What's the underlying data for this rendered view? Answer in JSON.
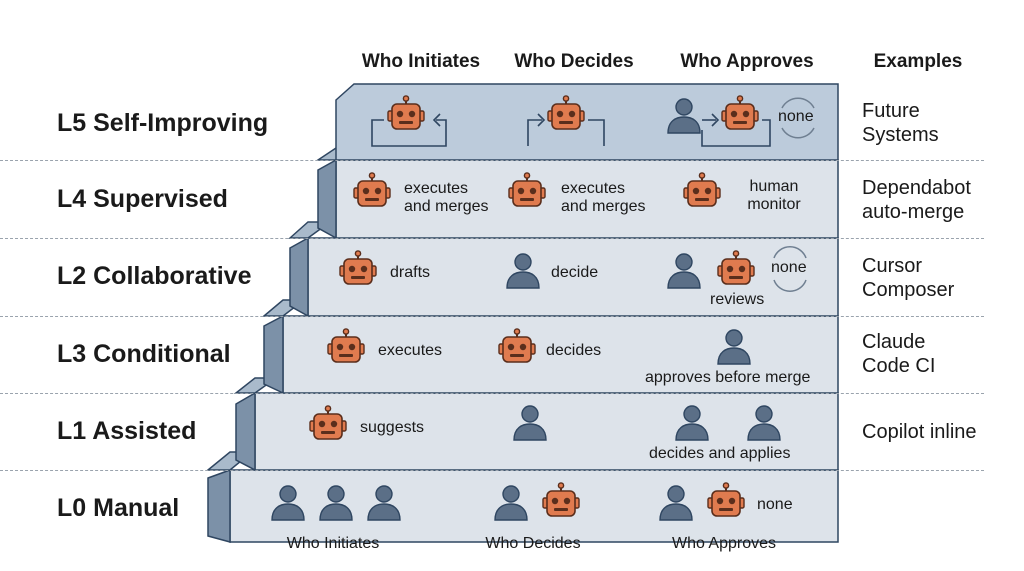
{
  "headers": {
    "top": [
      "Who Initiates",
      "Who Decides",
      "Who Approves"
    ],
    "examples": "Examples",
    "bottom": [
      "Who Initiates",
      "Who Decides",
      "Who Approves"
    ]
  },
  "levels": [
    {
      "label": "L5 Self-Improving",
      "example": [
        "Future",
        "Systems"
      ],
      "initiates": {
        "icons": [
          "robot-icon"
        ],
        "caption": "",
        "loop": true
      },
      "decides": {
        "icons": [
          "robot-icon"
        ],
        "caption": "",
        "loop": true
      },
      "approves": {
        "icons": [
          "person-icon",
          "robot-icon"
        ],
        "caption": "none",
        "loop": true
      }
    },
    {
      "label": "L4 Supervised",
      "example": [
        "Dependabot",
        "auto-merge"
      ],
      "initiates": {
        "icons": [
          "robot-icon"
        ],
        "caption": [
          "executes",
          "and merges"
        ]
      },
      "decides": {
        "icons": [
          "robot-icon"
        ],
        "caption": [
          "executes",
          "and merges"
        ]
      },
      "approves": {
        "icons": [
          "robot-icon"
        ],
        "caption": [
          "human",
          "monitor"
        ]
      }
    },
    {
      "label": "L2 Collaborative",
      "example": [
        "Cursor",
        "Composer"
      ],
      "initiates": {
        "icons": [
          "robot-icon"
        ],
        "caption": "drafts"
      },
      "decides": {
        "icons": [
          "person-icon"
        ],
        "caption": "decide"
      },
      "approves": {
        "icons": [
          "person-icon",
          "robot-icon"
        ],
        "caption": "reviews",
        "extra": "none"
      }
    },
    {
      "label": "L3 Conditional",
      "example": [
        "Claude",
        "Code CI"
      ],
      "initiates": {
        "icons": [
          "robot-icon"
        ],
        "caption": "executes"
      },
      "decides": {
        "icons": [
          "robot-icon"
        ],
        "caption": "decides"
      },
      "approves": {
        "icons": [
          "person-icon"
        ],
        "caption": "approves before merge"
      }
    },
    {
      "label": "L1 Assisted",
      "example": [
        "Copilot inline"
      ],
      "initiates": {
        "icons": [
          "robot-icon"
        ],
        "caption": "suggests"
      },
      "decides": {
        "icons": [
          "person-icon"
        ],
        "caption": ""
      },
      "approves": {
        "icons": [
          "person-icon",
          "person-icon"
        ],
        "caption": "decides and applies"
      }
    },
    {
      "label": "L0 Manual",
      "example": [
        ""
      ],
      "initiates": {
        "icons": [
          "person-icon",
          "person-icon",
          "person-icon"
        ],
        "caption": ""
      },
      "decides": {
        "icons": [
          "person-icon",
          "robot-icon"
        ],
        "caption": ""
      },
      "approves": {
        "icons": [
          "person-icon",
          "robot-icon"
        ],
        "caption": "none"
      }
    }
  ],
  "colors": {
    "band": "#dde3ea",
    "band_top": "#bccbdb",
    "edge": "#2f4661",
    "step_face": "#7c91a8",
    "step_top": "#a9bacb",
    "robot": "#e07b4f",
    "robot_dark": "#5a2e1c",
    "person": "#5b6f87"
  }
}
